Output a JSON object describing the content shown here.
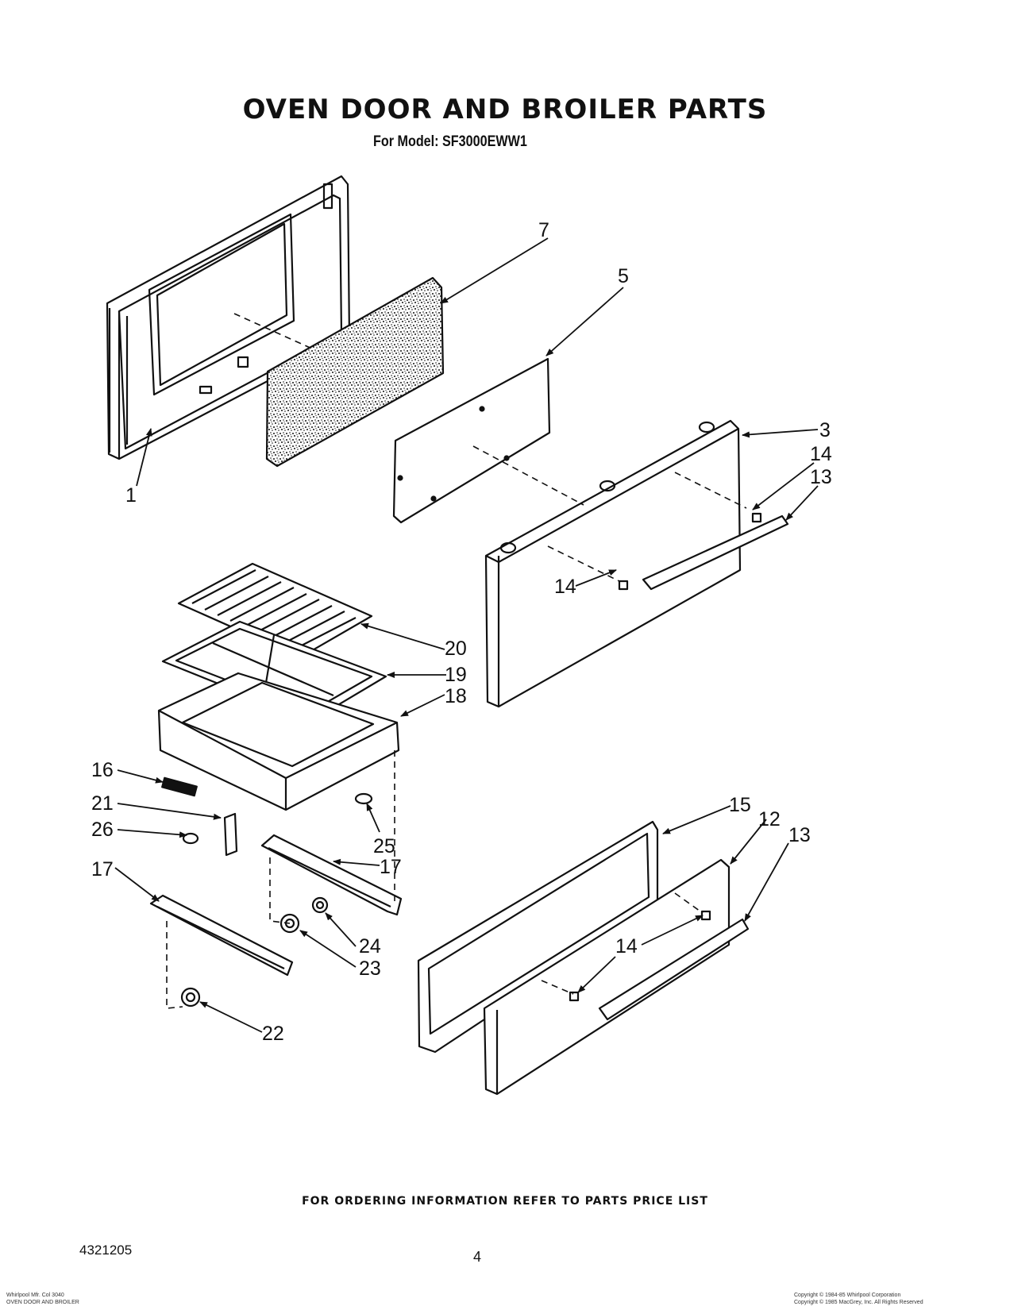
{
  "header": {
    "title": "OVEN DOOR AND BROILER PARTS",
    "model": "For Model: SF3000EWW1"
  },
  "callouts": {
    "c1": "1",
    "c7": "7",
    "c5": "5",
    "c3": "3",
    "c14a": "14",
    "c13a": "13",
    "c14b": "14",
    "c20": "20",
    "c19": "19",
    "c18": "18",
    "c16": "16",
    "c21": "21",
    "c26": "26",
    "c25": "25",
    "c17a": "17",
    "c17b": "17",
    "c24": "24",
    "c23": "23",
    "c22": "22",
    "c15": "15",
    "c12": "12",
    "c13b": "13",
    "c14c": "14"
  },
  "footer": {
    "ordering": "FOR ORDERING INFORMATION REFER TO PARTS PRICE LIST",
    "catalog_number": "4321205",
    "page_number": "4"
  },
  "fine_print": {
    "left_line1": "Whirlpool Mfr. Col 3040",
    "left_line2": "OVEN DOOR AND BROILER",
    "right_line1": "Copyright © 1984-85 Whirlpool Corporation",
    "right_line2": "Copyright © 1985 MacGrey, Inc. All Rights Reserved"
  }
}
